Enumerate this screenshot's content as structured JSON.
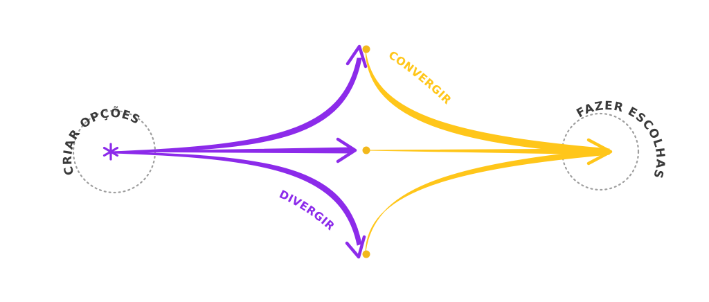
{
  "labels": {
    "left_circle": "CRIAR OPÇÕES",
    "right_circle": "FAZER ESCOLHAS",
    "diverge": "DIVERGIR",
    "converge": "CONVERGIR"
  },
  "colors": {
    "diverge": "#8C2BEA",
    "converge": "#FFC61A",
    "dots": "#F2B81C",
    "circle_dashes": "#9E9E9E",
    "label_text": "#3A3A3A",
    "background": "#FFFFFF"
  },
  "icons": {
    "start": "asterisk-icon",
    "end": "arrowhead-icon"
  }
}
